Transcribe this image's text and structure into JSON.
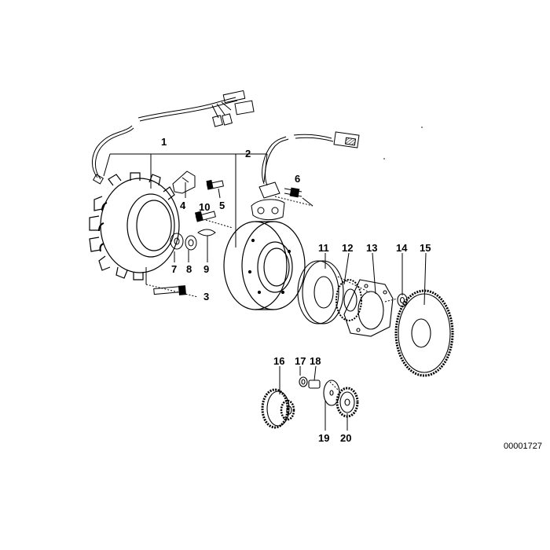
{
  "labels": {
    "p1": "1",
    "p2": "2",
    "p3": "3",
    "p4": "4",
    "p5": "5",
    "p6": "6",
    "p7": "7",
    "p8": "8",
    "p9": "9",
    "p10": "10",
    "p11": "11",
    "p12": "12",
    "p13": "13",
    "p14": "14",
    "p15": "15",
    "p16": "16",
    "p17": "17",
    "p18": "18",
    "p19": "19",
    "p20": "20"
  },
  "ref_number": "00001727",
  "colors": {
    "line": "#000000",
    "background": "#ffffff"
  }
}
